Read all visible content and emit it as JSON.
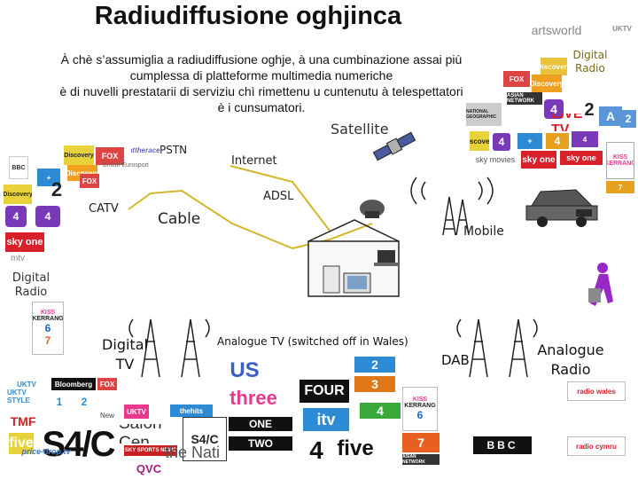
{
  "title": "Radiudiffusione oghjinca",
  "intro": [
    "À chè s’assumiglia a radiudiffusione oghje, à una cumbinazione assai più",
    "cumplessa di platteforme multimedia numeriche",
    "è di nuvelli prestatarii di serviziu chì rimettenu u cuntenutu à telespettatori",
    "è i cunsumatori."
  ],
  "labels": {
    "satellite": "Satellite",
    "pstn": "PSTN",
    "internet": "Internet",
    "adsl": "ADSL",
    "catv": "CATV",
    "cable": "Cable",
    "mobile": "Mobile",
    "digital_radio_left": "Digital\nRadio",
    "digital_radio_right": "Digital\nRadio",
    "digital_tv": "Digital\nTV",
    "analogue_tv": "Analogue TV (switched off in Wales)",
    "dab": "DAB",
    "analogue_radio": "Analogue\nRadio"
  },
  "logos": {
    "artsworld": "artsworld",
    "uktv": "UKTV",
    "discovery": "Discovery",
    "fox": "FOX",
    "attheraces": "attheraces",
    "british_eurosport": "British Eurosport",
    "bbc": "BBC",
    "two": "2",
    "four": "4",
    "sky_one": "sky one",
    "mtv": "mtv",
    "kiss": "KISS",
    "kerrang": "KERRANG",
    "six": "6",
    "seven": "7",
    "asian_network": "ASIAN NETWORK",
    "live_tv": "LIVE TV",
    "sky_movies": "sky movies",
    "national_geographic": "NATIONAL GEOGRAPHIC",
    "bloomberg": "Bloomberg",
    "uktv_style": "UKTV STYLE",
    "tmf": "TMF",
    "s4c": "S4/C",
    "qvc": "QVC",
    "sky_sports_news": "SKY SPORTS NEWS",
    "salon_cent": "Salon Cen",
    "the_nati": "the Nati",
    "price_drop": "price-drop.tv",
    "us": "US",
    "three": "three",
    "bbc_one": "ONE",
    "bbc_two": "TWO",
    "bbc_four": "FOUR",
    "itv": "itv",
    "itv2": "2",
    "itv3": "3",
    "itv4": "4",
    "five": "five",
    "thehits": "thehits",
    "new": "New",
    "radio_wales": "radio wales",
    "radio_cymru": "radio cymru",
    "a": "A",
    "plus": "+",
    "one": "1"
  },
  "colors": {
    "cable_line": "#d4b62a",
    "purple_person": "#9a28c8",
    "itv_blue": "#2d8bd6",
    "bbc_black": "#111111",
    "sky_red": "#d8202a",
    "kiss_pink": "#e8398f"
  },
  "icons": [
    "satellite-icon",
    "car-icon",
    "house-icon",
    "antenna-icon",
    "person-icon",
    "tv-icon",
    "laptop-icon",
    "router-icon"
  ]
}
